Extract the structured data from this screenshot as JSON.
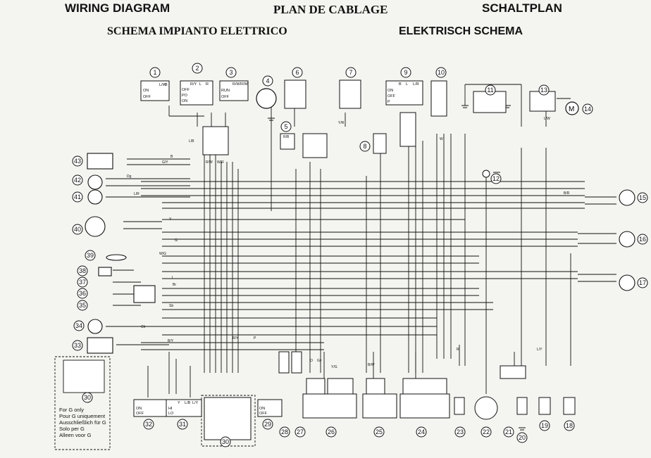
{
  "titles": {
    "en": "WIRING DIAGRAM",
    "fr": "PLAN DE CABLAGE",
    "de": "SCHALTPLAN",
    "it": "SCHEMA IMPIANTO ELETTRICO",
    "nl": "ELEKTRISCH SCHEMA"
  },
  "variant_note": [
    "For G only",
    "Pour G uniquement",
    "Ausschließlich für G",
    "Solo per G",
    "Alleen voor G"
  ],
  "components": [
    {
      "id": "c1",
      "label": "1"
    },
    {
      "id": "c2",
      "label": "2"
    },
    {
      "id": "c3",
      "label": "3"
    },
    {
      "id": "c4",
      "label": "4"
    },
    {
      "id": "c5",
      "label": "5"
    },
    {
      "id": "c6",
      "label": "6"
    },
    {
      "id": "c7",
      "label": "7"
    },
    {
      "id": "c8",
      "label": "8"
    },
    {
      "id": "c9",
      "label": "9"
    },
    {
      "id": "c10",
      "label": "10"
    },
    {
      "id": "c11",
      "label": "11"
    },
    {
      "id": "c12",
      "label": "12"
    },
    {
      "id": "c13",
      "label": "13"
    },
    {
      "id": "c14",
      "label": "14"
    },
    {
      "id": "c15",
      "label": "15"
    },
    {
      "id": "c16",
      "label": "16"
    },
    {
      "id": "c17",
      "label": "17"
    },
    {
      "id": "c18",
      "label": "18"
    },
    {
      "id": "c19",
      "label": "19"
    },
    {
      "id": "c20",
      "label": "20"
    },
    {
      "id": "c21",
      "label": "21"
    },
    {
      "id": "c22",
      "label": "22"
    },
    {
      "id": "c23",
      "label": "23"
    },
    {
      "id": "c24",
      "label": "24"
    },
    {
      "id": "c25",
      "label": "25"
    },
    {
      "id": "c26",
      "label": "26"
    },
    {
      "id": "c27",
      "label": "27"
    },
    {
      "id": "c28",
      "label": "28"
    },
    {
      "id": "c29",
      "label": "29"
    },
    {
      "id": "c30",
      "label": "30"
    },
    {
      "id": "c30b",
      "label": "30"
    },
    {
      "id": "c31",
      "label": "31"
    },
    {
      "id": "c32",
      "label": "32"
    },
    {
      "id": "c33",
      "label": "33"
    },
    {
      "id": "c34",
      "label": "34"
    },
    {
      "id": "c35",
      "label": "35"
    },
    {
      "id": "c36",
      "label": "36"
    },
    {
      "id": "c37",
      "label": "37"
    },
    {
      "id": "c38",
      "label": "38"
    },
    {
      "id": "c39",
      "label": "39"
    },
    {
      "id": "c40",
      "label": "40"
    },
    {
      "id": "c41",
      "label": "41"
    },
    {
      "id": "c42",
      "label": "42"
    },
    {
      "id": "c43",
      "label": "43"
    }
  ],
  "switch_tables": {
    "sw1": {
      "header": [
        "",
        "L/W",
        "B"
      ],
      "rows": [
        "ON",
        "OFF"
      ]
    },
    "sw2": {
      "header": [
        "",
        "R/Y",
        "L",
        "R"
      ],
      "rows": [
        "OFF",
        "PO",
        "ON"
      ]
    },
    "sw3": {
      "header": [
        "",
        "R/W",
        "R/W"
      ],
      "rows": [
        "RUN",
        "OFF"
      ]
    },
    "sw9": {
      "header": [
        "",
        "B",
        "L",
        "L/R"
      ],
      "rows": [
        "ON",
        "OFF",
        "P"
      ]
    },
    "sw29": {
      "header": [
        "",
        "",
        ""
      ],
      "rows": [
        "ON",
        "OFF"
      ]
    },
    "sw31": {
      "header": [
        "",
        "Y",
        "L/B",
        "L/Y"
      ],
      "rows": [
        "HI",
        "LO"
      ]
    },
    "sw32": {
      "header": [
        "",
        "",
        ""
      ],
      "rows": [
        "ON",
        "OFF"
      ]
    }
  },
  "wire_codes": [
    "B",
    "L/B",
    "R/W",
    "Dg",
    "Ch",
    "G/Y",
    "Br",
    "Y",
    "L/R",
    "W/G",
    "Sb",
    "L/W",
    "B/Y",
    "R/Y",
    "L/Y",
    "R",
    "Y/G",
    "W",
    "G",
    "L",
    "W/R",
    "P",
    "O",
    "Gy",
    "B/W",
    "B/R",
    "R/B",
    "Y/R"
  ]
}
